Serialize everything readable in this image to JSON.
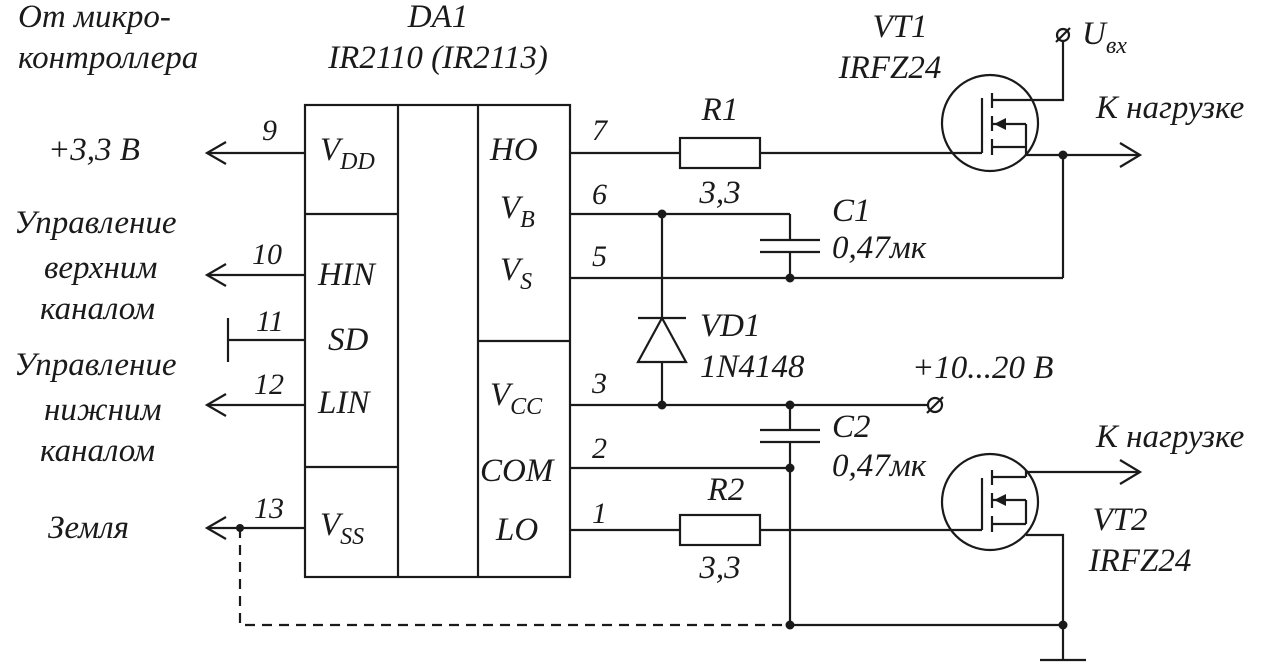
{
  "left_labels": {
    "from_mcu_line1": "От микро-",
    "from_mcu_line2": "контроллера",
    "supply": "+3,3 В",
    "upper_ctrl_1": "Управление",
    "upper_ctrl_2": "верхним",
    "upper_ctrl_3": "каналом",
    "lower_ctrl_1": "Управление",
    "lower_ctrl_2": "нижним",
    "lower_ctrl_3": "каналом",
    "ground": "Земля"
  },
  "ic": {
    "ref": "DA1",
    "part": "IR2110 (IR2113)",
    "left_pins": [
      {
        "num": "9",
        "name": "V",
        "sub": "DD"
      },
      {
        "num": "10",
        "name": "HIN",
        "sub": ""
      },
      {
        "num": "11",
        "name": "SD",
        "sub": ""
      },
      {
        "num": "12",
        "name": "LIN",
        "sub": ""
      },
      {
        "num": "13",
        "name": "V",
        "sub": "SS"
      }
    ],
    "right_pins": [
      {
        "num": "7",
        "name": "HO",
        "sub": ""
      },
      {
        "num": "6",
        "name": "V",
        "sub": "B"
      },
      {
        "num": "5",
        "name": "V",
        "sub": "S"
      },
      {
        "num": "3",
        "name": "V",
        "sub": "CC"
      },
      {
        "num": "2",
        "name": "COM",
        "sub": ""
      },
      {
        "num": "1",
        "name": "LO",
        "sub": ""
      }
    ]
  },
  "components": {
    "r1": {
      "ref": "R1",
      "value": "3,3"
    },
    "r2": {
      "ref": "R2",
      "value": "3,3"
    },
    "c1": {
      "ref": "C1",
      "value": "0,47мк"
    },
    "c2": {
      "ref": "C2",
      "value": "0,47мк"
    },
    "vd1": {
      "ref": "VD1",
      "part": "1N4148"
    },
    "vt1": {
      "ref": "VT1",
      "part": "IRFZ24"
    },
    "vt2": {
      "ref": "VT2",
      "part": "IRFZ24"
    }
  },
  "power": {
    "uin_main": "U",
    "uin_sub": "вх",
    "vcc_supply": "+10...20 В"
  },
  "outputs": {
    "load_top": "К нагрузке",
    "load_bottom": "К нагрузке"
  }
}
